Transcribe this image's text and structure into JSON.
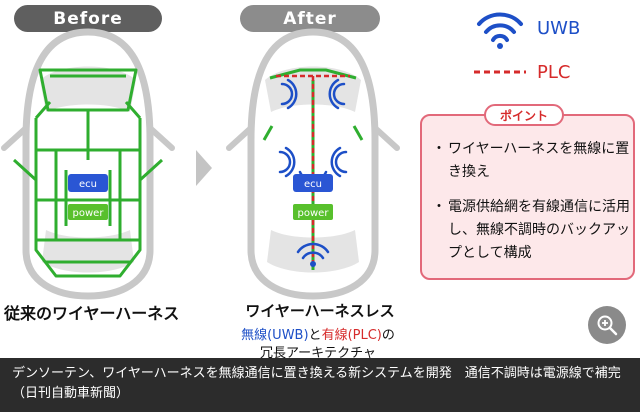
{
  "before_label": "Before",
  "after_label": "After",
  "ecu_label": "ecu",
  "power_label": "power",
  "legend": {
    "uwb": "UWB",
    "plc": "PLC",
    "uwb_color": "#1d4fc7",
    "plc_color": "#d62b2b"
  },
  "before_caption": "従来のワイヤーハーネス",
  "after_caption": "ワイヤーハーネスレス",
  "after_sub": {
    "uwb_part": "無線(UWB)",
    "and": "と",
    "plc_part": "有線(PLC)",
    "no": "の",
    "line2": "冗長アーキテクチャ"
  },
  "point": {
    "title": "ポイント",
    "bullet_mark": "・",
    "items": [
      "ワイヤーハーネスを無線に置き換え",
      "電源供給網を有線通信に活用し、無線不調時のバックアップとして構成"
    ]
  },
  "caption_text": "デンソーテン、ワイヤーハーネスを無線通信に置き換える新システムを開発　通信不調時は電源線で補完（日刊自動車新聞）",
  "colors": {
    "harness_green": "#2fae2f",
    "ecu_blue": "#2a56d4",
    "power_green": "#58c02c",
    "point_border": "#e2697a",
    "point_bg": "#fde8ea"
  }
}
